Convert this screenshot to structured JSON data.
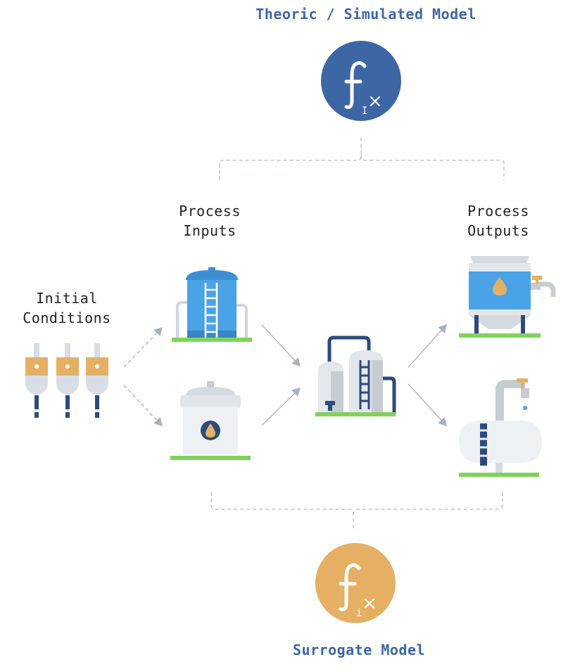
{
  "titles": {
    "theoretic_model": "Theoric / Simulated Model",
    "surrogate_model": "Surrogate Model"
  },
  "labels": {
    "initial_conditions": "Initial\nConditions",
    "process_inputs": "Process\nInputs",
    "process_outputs": "Process\nOutputs"
  },
  "badges": {
    "theoretic": {
      "glyph": "f",
      "subscript": "I",
      "symbol": "×"
    },
    "surrogate": {
      "glyph": "f",
      "subscript": "i",
      "symbol": "×"
    }
  },
  "colors": {
    "theoretic_blue": "#3d66a5",
    "surrogate_gold": "#e5b064",
    "grass": "#7fd35a",
    "tank_blue": "#4aa3e6",
    "tank_gray": "#e9ecef",
    "navy": "#2d4a7b",
    "gold": "#e5b064"
  },
  "icons": [
    "sensor-probes-icon",
    "water-tower-icon",
    "oil-tank-icon",
    "refinery-plant-icon",
    "water-silo-output-icon",
    "pipeline-tank-output-icon"
  ]
}
